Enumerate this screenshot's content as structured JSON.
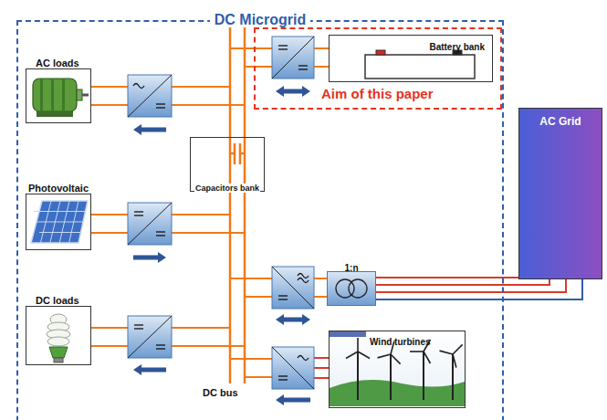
{
  "diagram": {
    "nodes": [
      {
        "text": [
          "DC Microgrid"
        ]
      },
      {
        "text": [
          "AC loads"
        ],
        "in": 0
      },
      {
        "text": [
          "Aim of this paper"
        ],
        "in": 0
      },
      {
        "text": [
          "Battery bank"
        ],
        "in": 2
      },
      {
        "text": [
          "Photovoltaic"
        ],
        "in": 0
      },
      {
        "text": [
          "Capacitors bank"
        ],
        "in": 0
      },
      {
        "text": [
          "DC loads"
        ],
        "in": 0
      },
      {
        "text": [
          "1:n"
        ],
        "in": 0
      },
      {
        "text": [
          "Wind turbines"
        ],
        "in": 0
      },
      {
        "text": [
          "AC Grid"
        ]
      }
    ],
    "edges": [
      {
        "from": 7,
        "to": 9,
        "arrow": "none"
      }
    ],
    "labels": [
      "DC bus"
    ]
  }
}
